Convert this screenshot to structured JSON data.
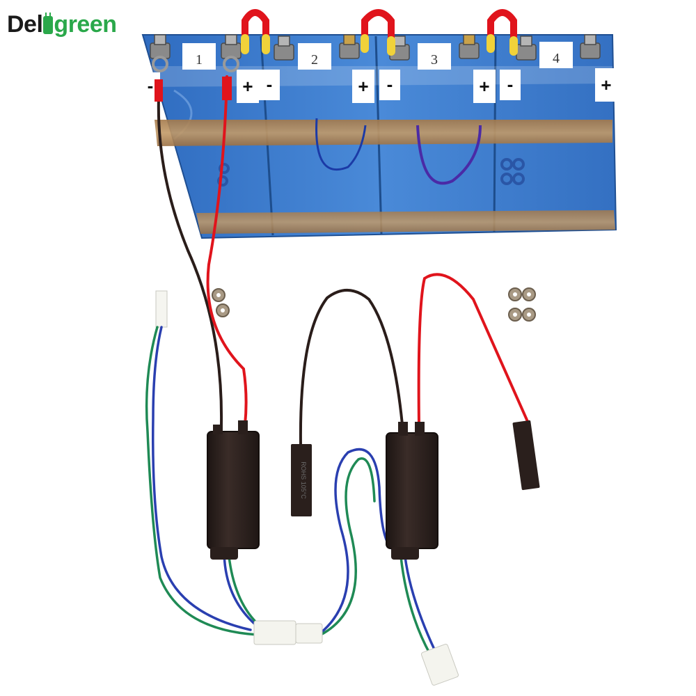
{
  "logo": {
    "left": "Del",
    "right": "green"
  },
  "cells": [
    {
      "number": "1",
      "negative": "-",
      "positive": "+"
    },
    {
      "number": "2",
      "negative": "-",
      "positive": "+"
    },
    {
      "number": "3",
      "negative": "-",
      "positive": "+"
    },
    {
      "number": "4",
      "negative": "-",
      "positive": "+"
    }
  ],
  "colors": {
    "cell_blue": "#3f7fd0",
    "tape": "#b98b55",
    "wire_red": "#e0141c",
    "wire_black": "#2a1d1a",
    "wire_blue": "#2a3fb0",
    "wire_green": "#1f8a55",
    "module": "#2a1f1c",
    "logo_green": "#2aa84a"
  },
  "icons": [
    "battery-plug-icon",
    "washer-icon"
  ]
}
